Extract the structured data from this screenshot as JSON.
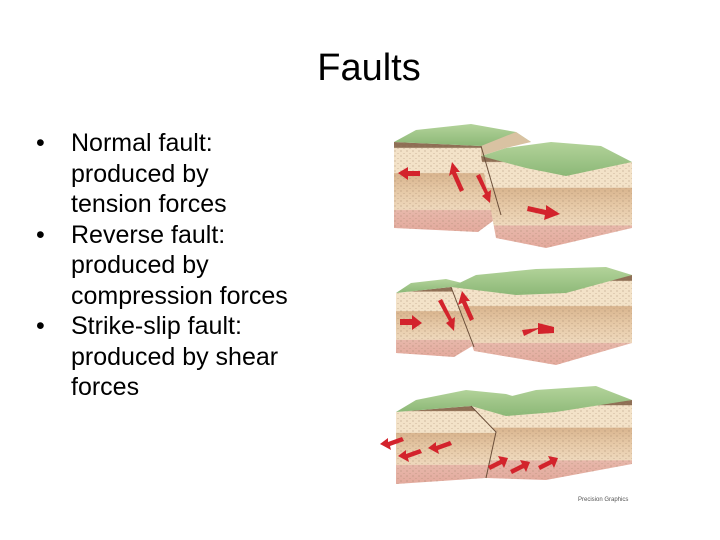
{
  "slide": {
    "title": "Faults",
    "bullets": [
      {
        "lines": [
          "Normal fault:",
          "produced by",
          "tension forces"
        ]
      },
      {
        "lines": [
          "Reverse fault:",
          "produced by",
          "compression forces"
        ]
      },
      {
        "lines": [
          "Strike-slip fault:",
          "produced by shear",
          "forces"
        ]
      }
    ],
    "bullet_glyph": "•"
  },
  "figure": {
    "panels": [
      {
        "name": "normal-fault"
      },
      {
        "name": "reverse-fault"
      },
      {
        "name": "strike-slip-fault"
      }
    ],
    "credit": "Precision Graphics",
    "colors": {
      "grass_top": "#a3c68c",
      "grass_dark": "#7ea86a",
      "rock_light": "#f0dcc0",
      "rock_mid": "#e2c6a2",
      "rock_dark": "#c9a585",
      "rock_pink": "#e7b7aa",
      "arrow_red": "#d3232c"
    }
  }
}
